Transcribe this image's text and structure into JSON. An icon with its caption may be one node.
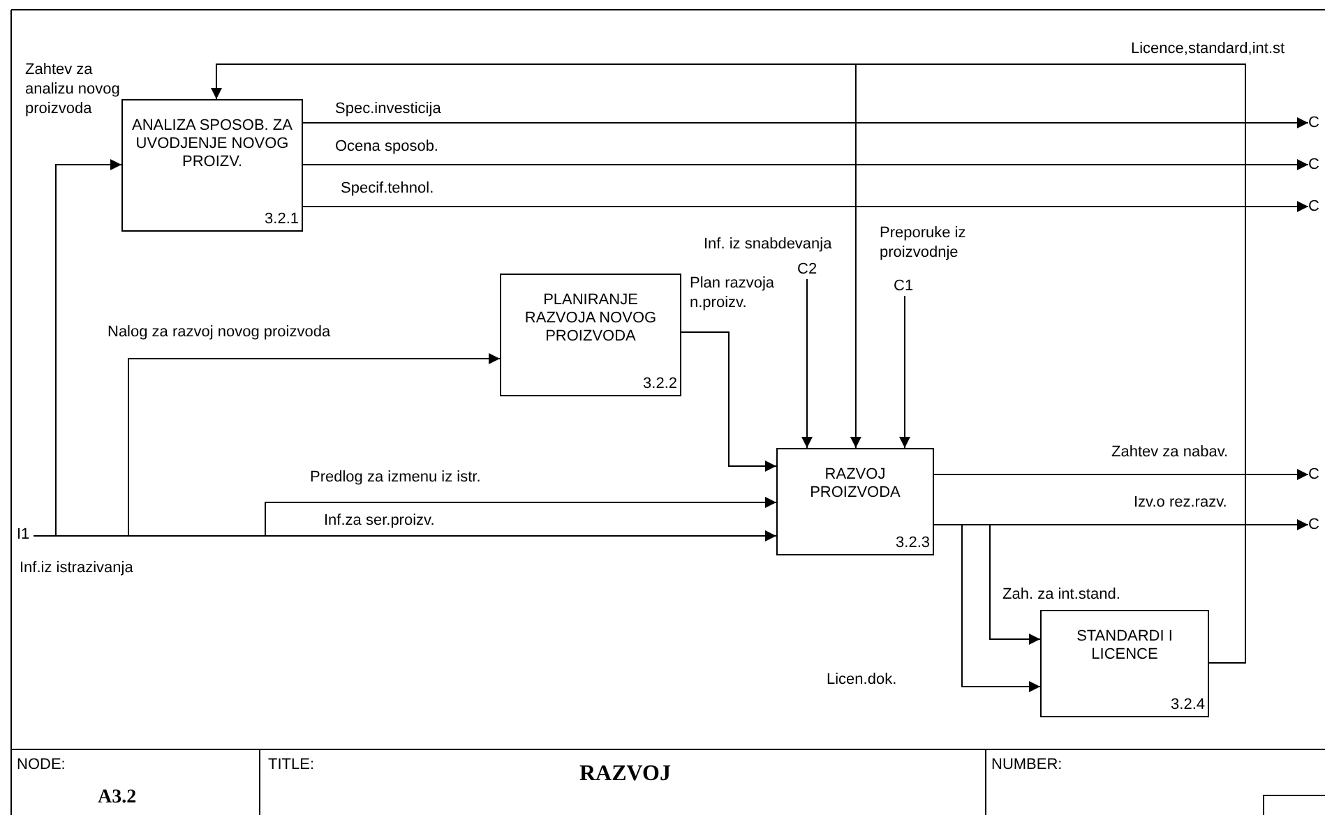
{
  "diagram": {
    "nodes": [
      {
        "text": [
          "ANALIZA SPOSOB. ZA UVODJENJE NOVOG PROIZV.",
          "3.2.1"
        ]
      },
      {
        "text": [
          "PLANIRANJE RAZVOJA NOVOG PROIZVODA",
          "3.2.2"
        ]
      },
      {
        "text": [
          "RAZVOJ PROIZVODA",
          "3.2.3"
        ]
      },
      {
        "text": [
          "STANDARDI I LICENCE",
          "3.2.4"
        ]
      },
      {
        "text": [
          "I1"
        ],
        "beside": [
          "Inf.iz istrazivanja"
        ]
      },
      {
        "text": [
          "C"
        ]
      },
      {
        "text": [
          "C"
        ]
      },
      {
        "text": [
          "C"
        ]
      },
      {
        "text": [
          "C2"
        ],
        "beside": [
          "Inf. iz snabdevanja"
        ]
      },
      {
        "text": [
          "C1"
        ],
        "beside": [
          "Preporuke iz proizvodnje"
        ]
      },
      {
        "text": [
          "C"
        ]
      },
      {
        "text": [
          "C"
        ]
      }
    ],
    "edges": [
      {
        "from": 4,
        "to": 0,
        "arrow": "to",
        "label": "Zahtev za analizu novog proizvoda"
      },
      {
        "from": 4,
        "to": 1,
        "arrow": "to",
        "label": "Nalog za razvoj novog proizvoda"
      },
      {
        "from": 4,
        "to": 2,
        "arrow": "to",
        "label": "Predlog za izmenu iz istr."
      },
      {
        "from": 4,
        "to": 2,
        "arrow": "to",
        "label": "Inf.za ser.proizv."
      },
      {
        "from": 0,
        "to": 5,
        "arrow": "to",
        "label": "Spec.investicija"
      },
      {
        "from": 0,
        "to": 6,
        "arrow": "to",
        "label": "Ocena sposob."
      },
      {
        "from": 0,
        "to": 7,
        "arrow": "to",
        "label": "Specif.tehnol."
      },
      {
        "from": 1,
        "to": 2,
        "arrow": "to",
        "label": "Plan razvoja n.proizv."
      },
      {
        "from": 8,
        "to": 2,
        "arrow": "to"
      },
      {
        "from": 9,
        "to": 2,
        "arrow": "to"
      },
      {
        "from": 3,
        "to": 0,
        "arrow": "to",
        "label": "Licence,standard,int.st"
      },
      {
        "from": 3,
        "to": 2,
        "arrow": "to"
      },
      {
        "from": 2,
        "to": 10,
        "arrow": "to",
        "label": "Zahtev za nabav."
      },
      {
        "from": 2,
        "to": 11,
        "arrow": "to",
        "label": "Izv.o rez.razv."
      },
      {
        "from": 2,
        "to": 3,
        "arrow": "to",
        "label": "Zah. za int.stand."
      },
      {
        "from": 2,
        "to": 3,
        "arrow": "to",
        "label": "Licen.dok."
      }
    ],
    "labels": [
      "NODE:",
      "A3.2",
      "TITLE:",
      "NUMBER:"
    ],
    "title": "RAZVOJ"
  }
}
